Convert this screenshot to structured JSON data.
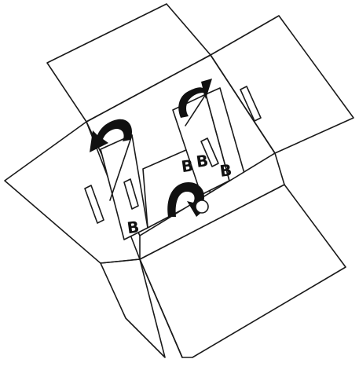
{
  "figure": {
    "panel_labels": [
      "B",
      "B",
      "B",
      "B"
    ],
    "arrow_icons": [
      "curved-arrow-left",
      "curved-arrow-right",
      "u-turn-arrow-down"
    ],
    "colors": {
      "line": "#1a1a1a",
      "fill": "#ffffff",
      "arrow": "#111111"
    }
  }
}
